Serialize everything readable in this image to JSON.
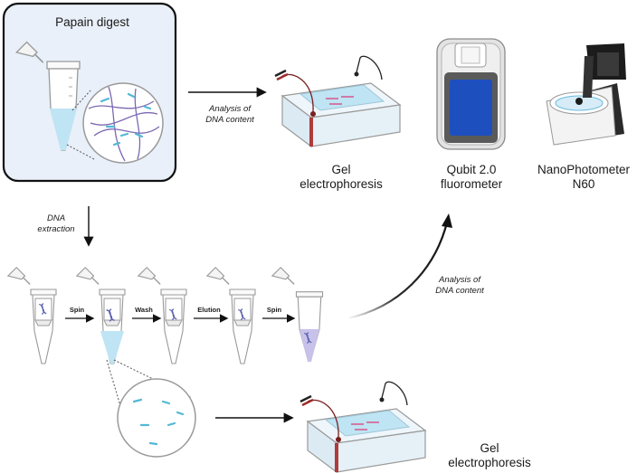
{
  "papain_box": {
    "title": "Papain digest"
  },
  "arrows": {
    "analysis_top": {
      "line1": "Analysis of",
      "line2": "DNA content"
    },
    "extraction": {
      "line1": "DNA",
      "line2": "extraction"
    },
    "analysis_right": {
      "line1": "Analysis of",
      "line2": "DNA content"
    }
  },
  "instruments": {
    "gel_top": {
      "line1": "Gel",
      "line2": "electrophoresis"
    },
    "qubit": {
      "line1": "Qubit 2.0",
      "line2": "fluorometer"
    },
    "nanophotometer": {
      "line1": "NanoPhotometer",
      "line2": "N60"
    },
    "gel_bottom": {
      "line1": "Gel",
      "line2": "electrophoresis"
    }
  },
  "steps": [
    "Spin",
    "Wash",
    "Elution",
    "Spin"
  ],
  "colors": {
    "box_fill": "#e9f0f9",
    "liquid_blue": "#bfe4f3",
    "liquid_purple": "#c8c2ea",
    "dna_strand": "#5b5fae",
    "gel_red": "#b13a3a",
    "qubit_screen": "#1e4fbf"
  },
  "icons": [
    "microtube-icon",
    "spin-column-icon",
    "gel-tank-icon",
    "qubit-device-icon",
    "nanophotometer-icon",
    "magnifier-circle-icon"
  ]
}
